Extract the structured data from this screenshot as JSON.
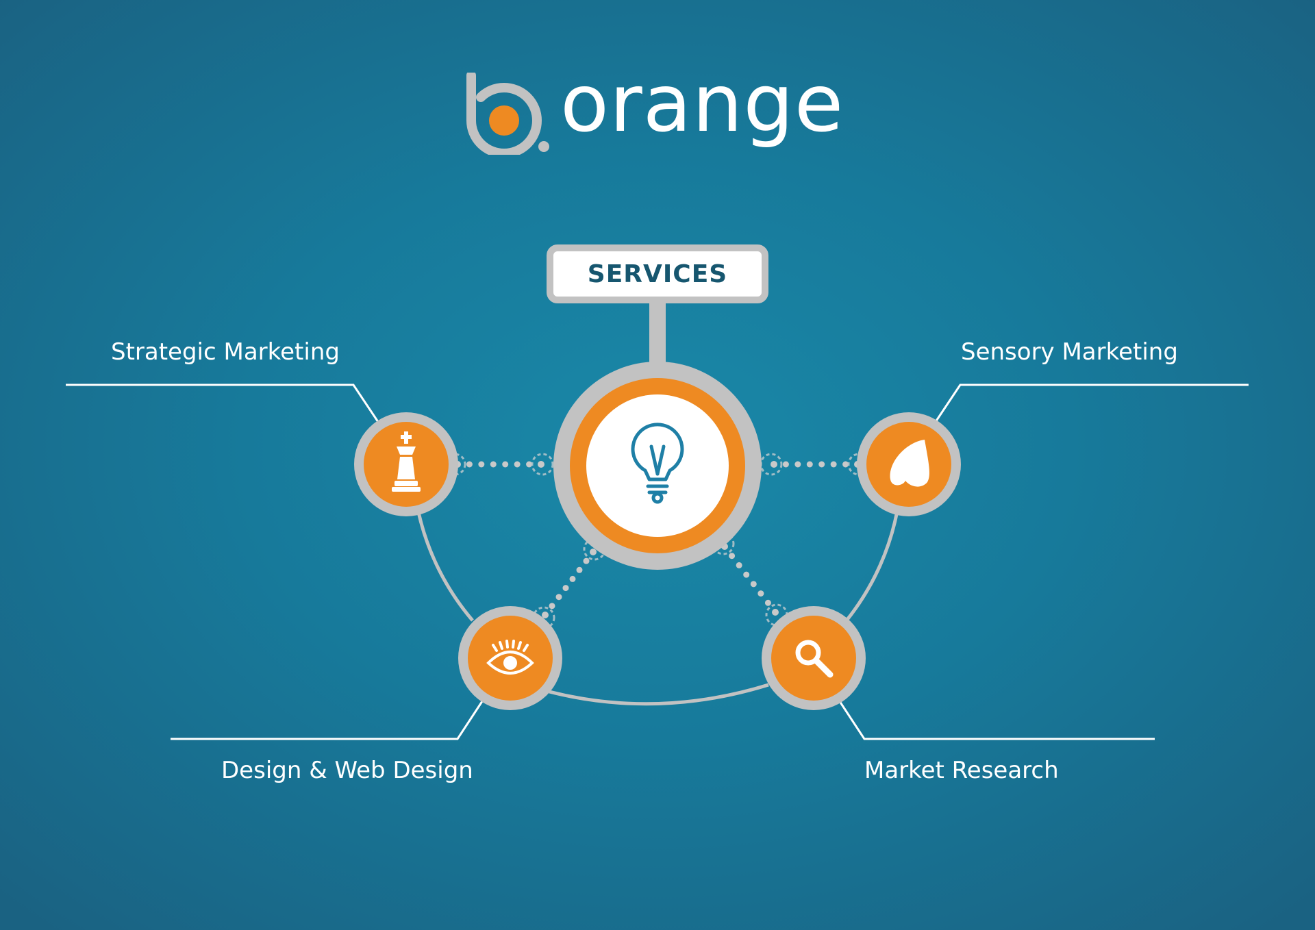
{
  "brand": {
    "name": "orange",
    "mark_letter": "b",
    "colors": {
      "background": "#1a7d9e",
      "orange": "#ee8a22",
      "grey": "#c2c2c2",
      "navy": "#16566f",
      "white": "#ffffff",
      "icon_blue": "#1e7fa6"
    }
  },
  "diagram": {
    "center": {
      "label": "SERVICES",
      "icon": "lightbulb-icon"
    },
    "services": [
      {
        "label": "Strategic Marketing",
        "icon": "chess-king-icon"
      },
      {
        "label": "Sensory Marketing",
        "icon": "nose-icon"
      },
      {
        "label": "Design & Web Design",
        "icon": "eye-icon"
      },
      {
        "label": "Market Research",
        "icon": "magnifier-icon"
      }
    ]
  }
}
